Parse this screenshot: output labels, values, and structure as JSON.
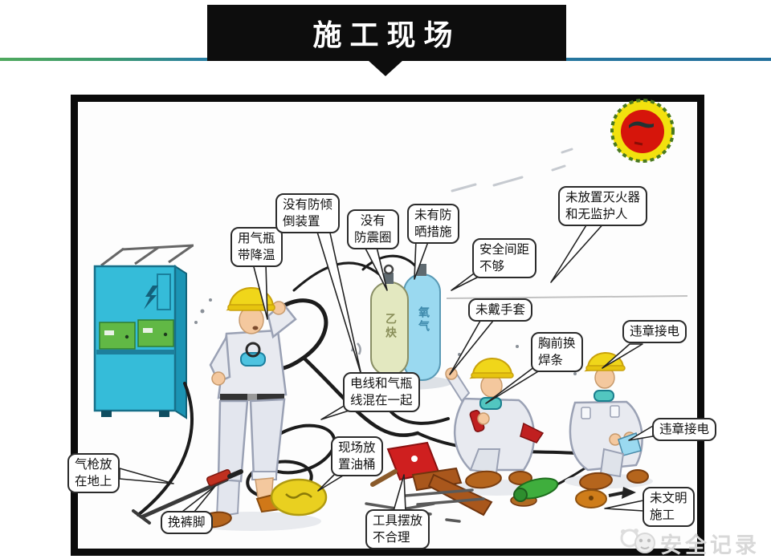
{
  "header": {
    "title": "施工现场"
  },
  "scene": {
    "cylinders": {
      "acetylene_label": "乙炔",
      "oxygen_label": "氧气"
    }
  },
  "callouts": {
    "gas_bottle_cooling": "用气瓶\n带降温",
    "no_anti_tip": "没有防倾\n倒装置",
    "no_shock_ring": "没有\n防震圈",
    "no_sun_protection": "未有防\n晒措施",
    "no_extinguisher_no_guardian": "未放置灭火器\n和无监护人",
    "insufficient_safety_distance": "安全间距\n不够",
    "no_gloves": "未戴手套",
    "chest_electrode_change": "胸前换\n焊条",
    "illegal_wiring_top": "违章接电",
    "wires_mixed_with_gas_lines": "电线和气瓶\n线混在一起",
    "oil_drum_on_site": "现场放\n置油桶",
    "tools_misplaced": "工具摆放\n不合理",
    "air_gun_on_ground": "气枪放\n在地上",
    "rolled_trouser_legs": "挽裤脚",
    "illegal_wiring_bottom": "违章接电",
    "uncivilized_construction": "未文明\n施工"
  },
  "watermark": {
    "label": "安全记录"
  }
}
